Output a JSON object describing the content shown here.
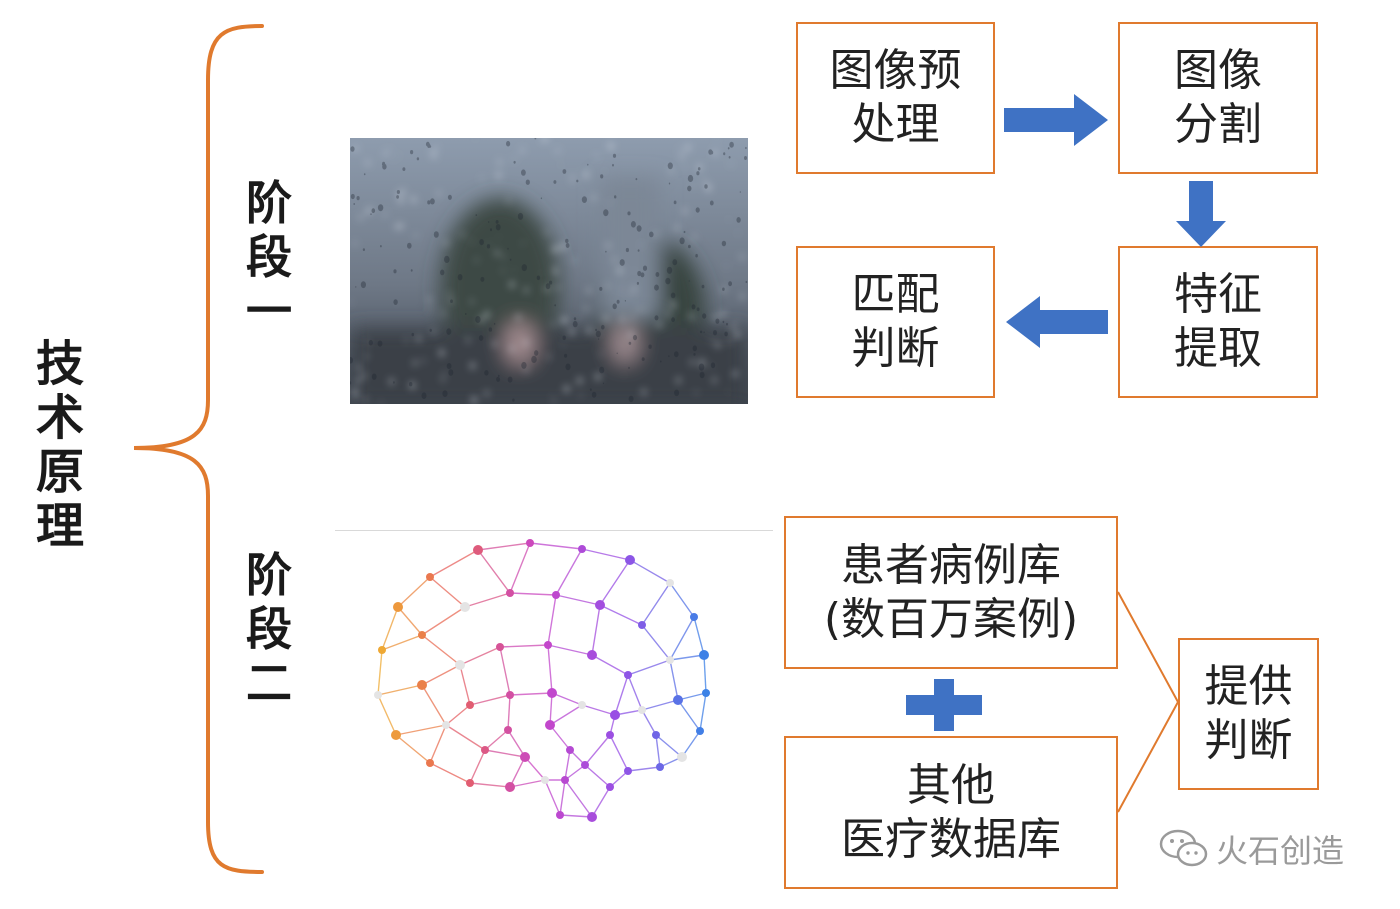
{
  "main_title": "技术原理",
  "stage1": {
    "label": "阶段一",
    "boxes": {
      "preprocess": "图像预\n处理",
      "segment": "图像\n分割",
      "feature": "特征\n提取",
      "match": "匹配\n判断"
    }
  },
  "stage2": {
    "label": "阶段二",
    "boxes": {
      "patient_db": "患者病例库\n(数百万案例)",
      "other_db": "其他\n医疗数据库",
      "provide": "提供\n判断"
    }
  },
  "watermark": "火石创造",
  "colors": {
    "accent": "#E07A2E",
    "arrow_blue": "#3F72C4"
  },
  "icons": {
    "arrow": "arrow",
    "plus": "plus-icon",
    "watermark": "wechat-icon"
  }
}
